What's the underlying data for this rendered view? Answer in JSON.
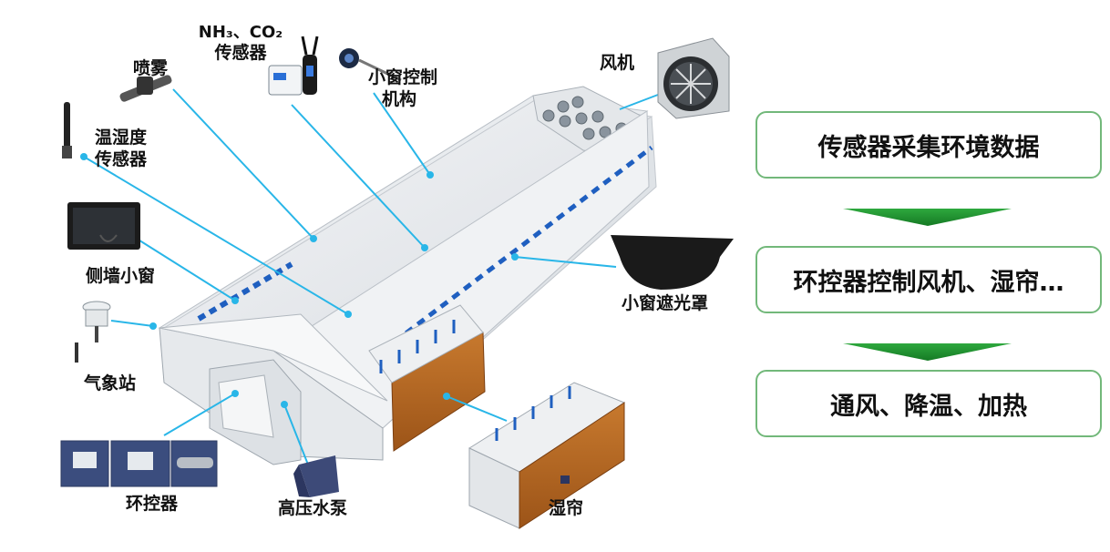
{
  "labels": {
    "nh3_co2_line1": "NH₃、CO₂",
    "nh3_co2_line2": "传感器",
    "spray": "喷雾",
    "small_window_ctrl_line1": "小窗控制",
    "small_window_ctrl_line2": "机构",
    "fan": "风机",
    "temp_hum_line1": "温湿度",
    "temp_hum_line2": "传感器",
    "side_window": "侧墙小窗",
    "window_shade": "小窗遮光罩",
    "weather_station": "气象站",
    "controller": "环控器",
    "pump": "高压水泵",
    "wet_curtain": "湿帘"
  },
  "flow": {
    "step1": "传感器采集环境数据",
    "step2": "环控器控制风机、湿帘…",
    "step3": "通风、降温、加热"
  },
  "colors": {
    "flow_border": "#72b87a",
    "arrow_green": "#1e8f2e",
    "callout_line": "#29b6e8",
    "window_blue": "#1f5fc0",
    "pad_orange": "#b5651d"
  }
}
